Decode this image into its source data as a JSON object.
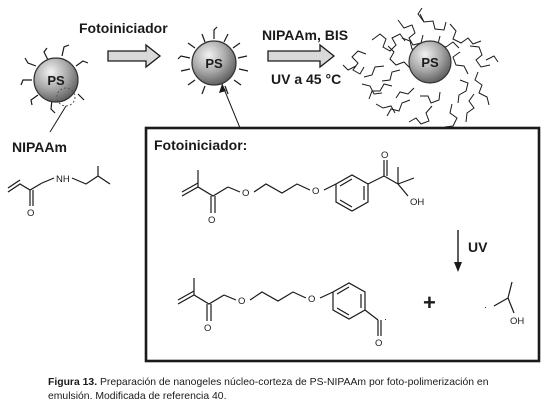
{
  "labels": {
    "core": "PS",
    "photoinitiator_step": "Fotoiniciador",
    "monomers_step": "NIPAAm, BIS",
    "conditions_step": "UV a 45 °C",
    "monomer_name": "NIPAAm",
    "inset_title": "Fotoiniciador:",
    "uv": "UV",
    "plus": "+"
  },
  "atoms": {
    "NH": "NH",
    "O": "O",
    "OH": "OH",
    "radical_dot": "·"
  },
  "caption": {
    "prefix": "Figura 13.",
    "text": " Preparación de nanogeles núcleo-corteza de PS-NIPAAm por foto-polimerización en emulsión. Modificada de referencia 40."
  },
  "colors": {
    "ink": "#1a1a1a",
    "sphere_light": "#e8e8e8",
    "sphere_dark": "#6f6f6f",
    "arrow_fill": "#d9d9d9"
  }
}
